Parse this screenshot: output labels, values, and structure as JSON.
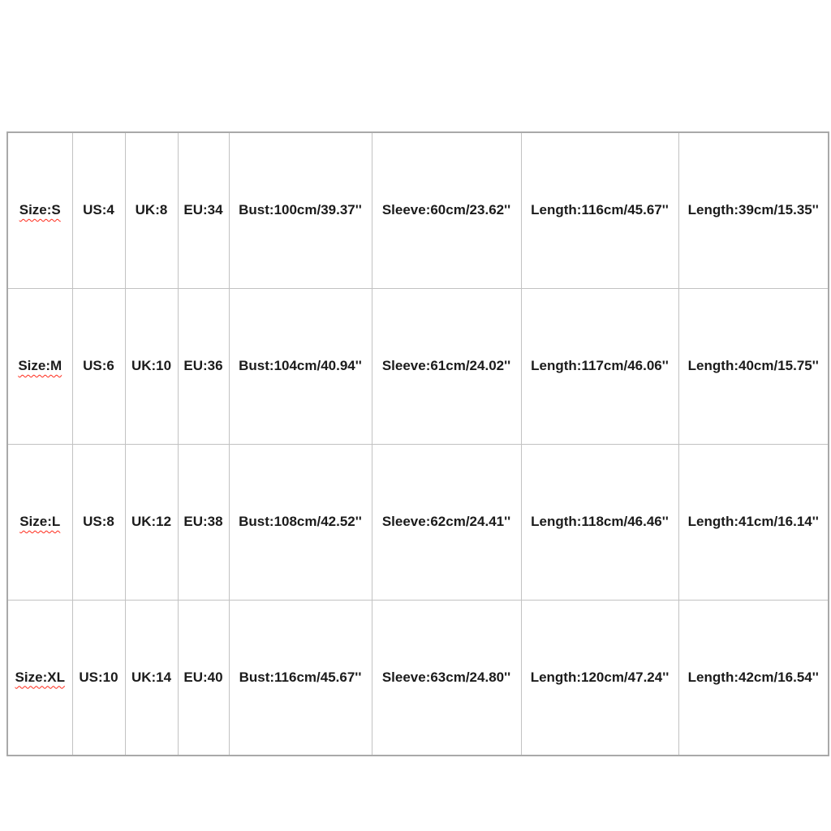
{
  "colors": {
    "background": "#ffffff",
    "text": "#1b1b1b",
    "grid_line": "#c2c2c2",
    "outer_border": "#a9a9a9",
    "spellcheck_underline": "#ff2a1a"
  },
  "chart_data": {
    "type": "table",
    "title": "",
    "columns": [
      "Size",
      "US",
      "UK",
      "EU",
      "Bust",
      "Sleeve",
      "Length",
      "Length"
    ],
    "rows": [
      [
        "Size:S",
        "US:4",
        "UK:8",
        "EU:34",
        "Bust:100cm/39.37''",
        "Sleeve:60cm/23.62''",
        "Length:116cm/45.67''",
        "Length:39cm/15.35''"
      ],
      [
        "Size:M",
        "US:6",
        "UK:10",
        "EU:36",
        "Bust:104cm/40.94''",
        "Sleeve:61cm/24.02''",
        "Length:117cm/46.06''",
        "Length:40cm/15.75''"
      ],
      [
        "Size:L",
        "US:8",
        "UK:12",
        "EU:38",
        "Bust:108cm/42.52''",
        "Sleeve:62cm/24.41''",
        "Length:118cm/46.46''",
        "Length:41cm/16.14''"
      ],
      [
        "Size:XL",
        "US:10",
        "UK:14",
        "EU:40",
        "Bust:116cm/45.67''",
        "Sleeve:63cm/24.80''",
        "Length:120cm/47.24''",
        "Length:42cm/16.54''"
      ]
    ]
  }
}
